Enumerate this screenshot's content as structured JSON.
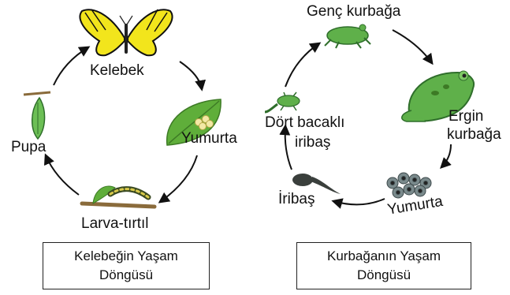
{
  "butterfly_cycle": {
    "stage_butterfly": "Kelebek",
    "stage_egg": "Yumurta",
    "stage_larva": "Larva-tırtıl",
    "stage_pupa": "Pupa",
    "caption_line1": "Kelebeğin Yaşam",
    "caption_line2": "Döngüsü"
  },
  "frog_cycle": {
    "stage_young": "Genç kurbağa",
    "stage_adult_line1": "Ergin",
    "stage_adult_line2": "kurbağa",
    "stage_egg": "Yumurta",
    "stage_tadpole": "İribaş",
    "stage_four_leg_line1": "Dört bacaklı",
    "stage_four_leg_line2": "iribaş",
    "caption_line1": "Kurbağanın Yaşam",
    "caption_line2": "Döngüsü"
  },
  "colors": {
    "butterfly_yellow": "#f2e51c",
    "leaf_green": "#5fae3a",
    "frog_green": "#5fb04a",
    "egg_grey": "#7a8a8c",
    "tadpole_dark": "#3a3f3c",
    "arrow": "#111111"
  }
}
